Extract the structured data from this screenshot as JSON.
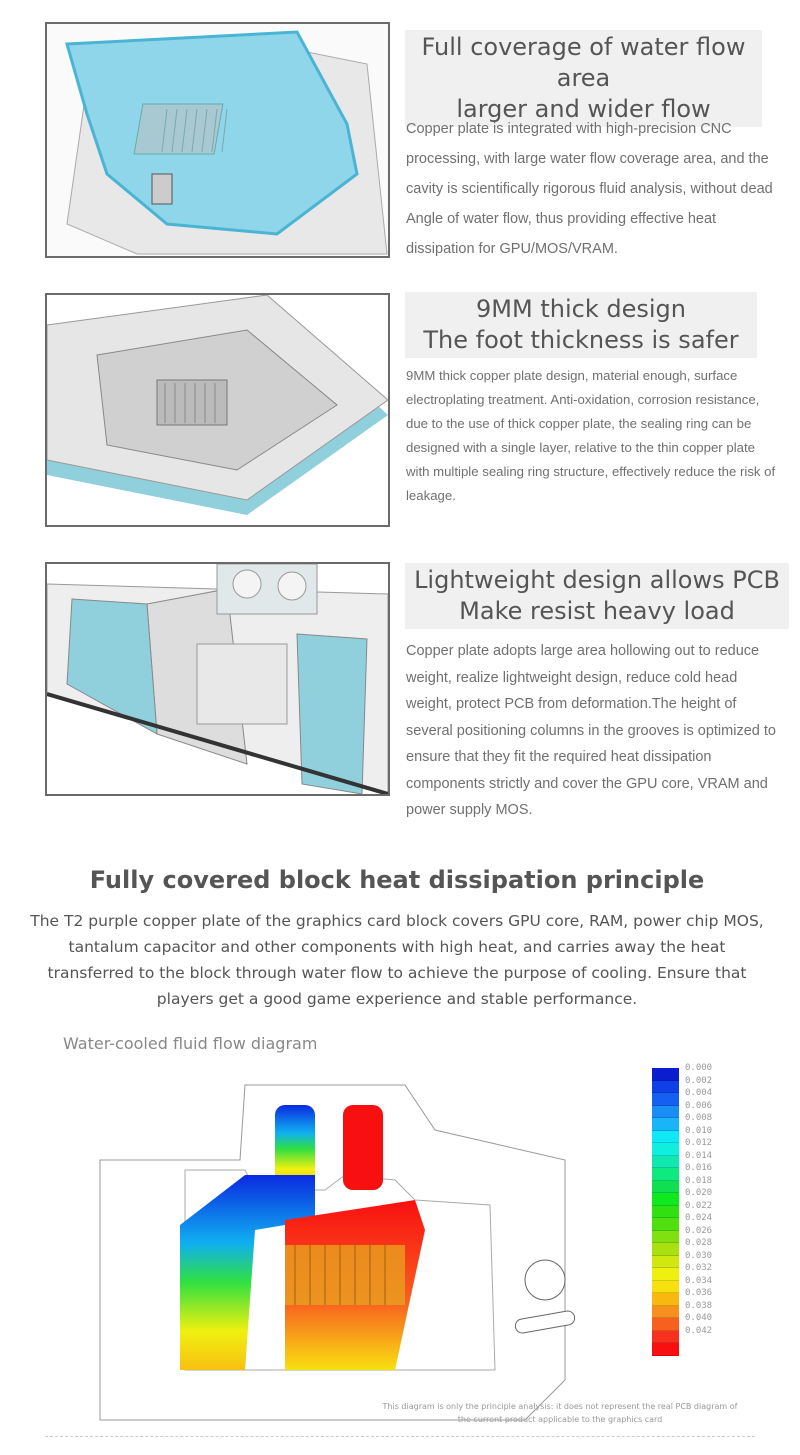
{
  "features": [
    {
      "title_lines": [
        "Full coverage of water flow area",
        "larger and wider flow"
      ],
      "description": "Copper plate is integrated with high-precision CNC processing, with large water flow coverage area, and the cavity is scientifically rigorous fluid analysis, without dead Angle of water flow, thus providing effective heat dissipation for GPU/MOS/VRAM."
    },
    {
      "title_lines": [
        "9MM thick design",
        "The foot thickness is safer"
      ],
      "description": "9MM thick copper plate design, material enough, surface electroplating treatment. Anti-oxidation, corrosion resistance, due to the use of thick copper plate, the sealing ring can be designed with a single layer, relative to the thin copper plate with multiple sealing ring structure, effectively reduce the risk of leakage."
    },
    {
      "title_lines": [
        "Lightweight design allows PCB",
        "Make resist heavy load"
      ],
      "description": "Copper plate adopts large area hollowing out to reduce weight, realize lightweight design, reduce cold head weight, protect PCB from deformation.The height of several positioning columns in the grooves is optimized to ensure that they fit the required heat dissipation components strictly and cover the GPU core, VRAM and power supply MOS."
    }
  ],
  "principle": {
    "title": "Fully covered block heat dissipation principle",
    "body": "The T2 purple copper plate of the graphics card block covers GPU core, RAM, power chip MOS, tantalum capacitor and other components with high heat, and carries away the heat transferred to the block through water flow to achieve the purpose of cooling. Ensure that players get a good game experience and stable performance."
  },
  "diagram": {
    "label": "Water-cooled fluid flow diagram",
    "legend": [
      {
        "value": "0.000",
        "color": "#0a1ed0"
      },
      {
        "value": "0.002",
        "color": "#0f3fe6"
      },
      {
        "value": "0.004",
        "color": "#1560f0"
      },
      {
        "value": "0.006",
        "color": "#1a8cf5"
      },
      {
        "value": "0.008",
        "color": "#1ab4f8"
      },
      {
        "value": "0.010",
        "color": "#10e8f8"
      },
      {
        "value": "0.012",
        "color": "#10eee0"
      },
      {
        "value": "0.014",
        "color": "#10e8b0"
      },
      {
        "value": "0.016",
        "color": "#10e880"
      },
      {
        "value": "0.018",
        "color": "#10e050"
      },
      {
        "value": "0.020",
        "color": "#10e820"
      },
      {
        "value": "0.022",
        "color": "#30e010"
      },
      {
        "value": "0.024",
        "color": "#50e010"
      },
      {
        "value": "0.026",
        "color": "#80e010"
      },
      {
        "value": "0.028",
        "color": "#a8e010"
      },
      {
        "value": "0.030",
        "color": "#d0e810"
      },
      {
        "value": "0.032",
        "color": "#f0f010"
      },
      {
        "value": "0.034",
        "color": "#f8e010"
      },
      {
        "value": "0.036",
        "color": "#f8b810"
      },
      {
        "value": "0.038",
        "color": "#f89020"
      },
      {
        "value": "0.040",
        "color": "#f86020"
      },
      {
        "value": "0.042",
        "color": "#f83020"
      },
      {
        "value": "",
        "color": "#f81010"
      }
    ],
    "disclaimer": "This diagram is only the principle analysis: it does not represent the real PCB diagram of the current product applicable to the graphics card"
  }
}
